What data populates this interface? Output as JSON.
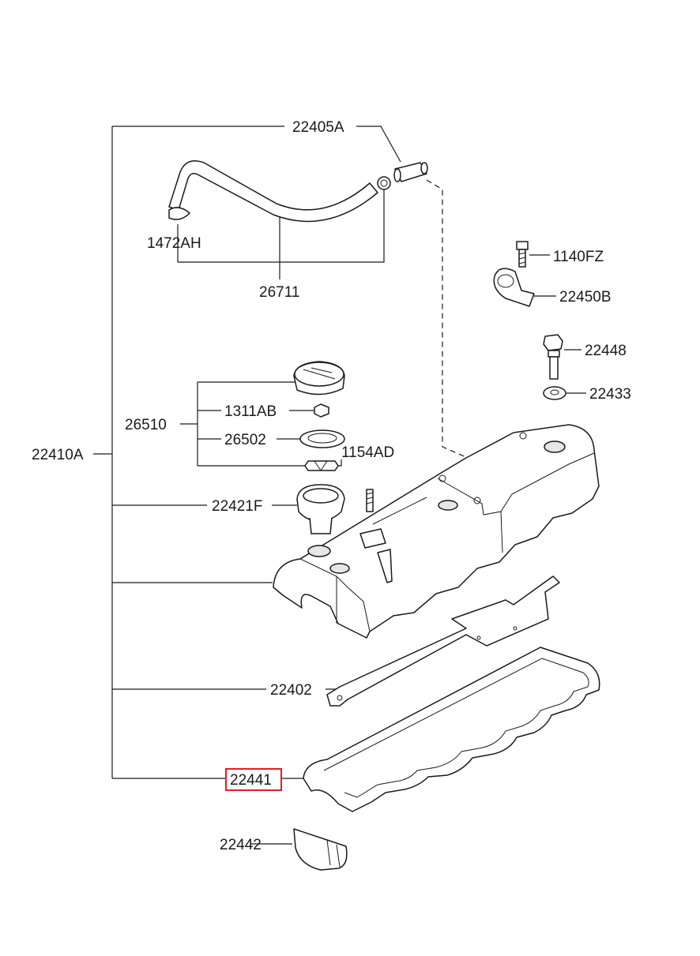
{
  "diagram": {
    "highlight_color": "#e02020",
    "labels": {
      "p22405A": "22405A",
      "p1472AH": "1472AH",
      "p26711": "26711",
      "p1140FZ": "1140FZ",
      "p22450B": "22450B",
      "p22448": "22448",
      "p22433": "22433",
      "p26510": "26510",
      "p1311AB": "1311AB",
      "p26502": "26502",
      "p1154AD": "1154AD",
      "p22410A": "22410A",
      "p22421F": "22421F",
      "p22402": "22402",
      "p22441": "22441",
      "p22442": "22442"
    },
    "highlighted_part": "22441"
  }
}
